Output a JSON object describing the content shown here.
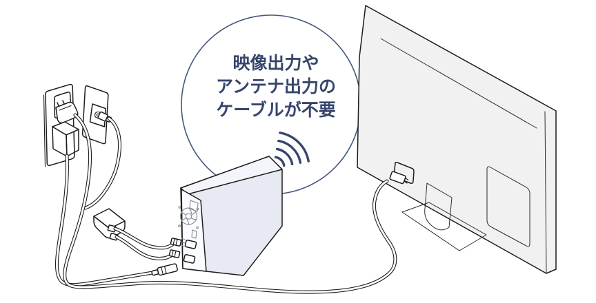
{
  "annotation": {
    "line1": "映像出力や",
    "line2": "アンテナ出力の",
    "line3": "ケーブルが不要"
  },
  "icons": {
    "wireless_signal": "wifi-arcs",
    "annotation_shape": "circle-outline"
  },
  "colors": {
    "accent_navy": "#36466b",
    "circle_stroke": "#44577e",
    "outline": "#1c1c1e",
    "device_face": "#e7eaf2",
    "tv_fill": "#f1f1f2"
  }
}
